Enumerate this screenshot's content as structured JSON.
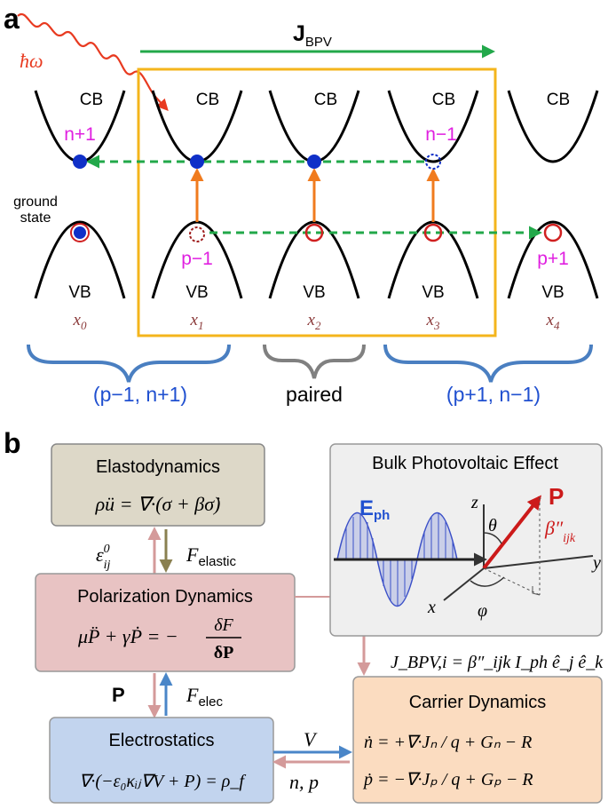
{
  "panel_a": {
    "label": "a",
    "current_label": "J",
    "current_sub": "BPV",
    "photon_label": "ħω",
    "ground_state_line1": "ground",
    "ground_state_line2": "state",
    "cb": "CB",
    "vb": "VB",
    "electron_labels": [
      "n+1",
      "n−1"
    ],
    "hole_labels": [
      "p−1",
      "p+1"
    ],
    "sites": [
      "x",
      "x",
      "x",
      "x",
      "x"
    ],
    "site_subs": [
      "0",
      "1",
      "2",
      "3",
      "4"
    ],
    "brace_left": "(p−1, n+1)",
    "brace_mid": "paired",
    "brace_right": "(p+1, n−1)"
  },
  "panel_b": {
    "label": "b",
    "elastodynamics": {
      "title": "Elastodynamics",
      "equation": "ρü = ∇·(σ + βσ̇)"
    },
    "polarization": {
      "title": "Polarization Dynamics",
      "lhs": "μP̈ + γṖ = −",
      "num": "δF",
      "den": "δP"
    },
    "electrostatics": {
      "title": "Electrostatics",
      "equation": "∇·(−ε₀κᵢⱼ∇V + P) = ρ_f"
    },
    "bpve": {
      "title": "Bulk Photovoltaic Effect",
      "field": "E",
      "field_sub": "ph",
      "polarization": "P",
      "beta": "β″",
      "beta_sub": "ijk",
      "axis_z": "z",
      "axis_y": "y",
      "axis_x": "x",
      "theta": "θ",
      "phi": "φ"
    },
    "carrier": {
      "title": "Carrier Dynamics",
      "eq1": "ṅ = +∇·Jₙ / q + Gₙ − R",
      "eq2": "ṗ = −∇·Jₚ / q + Gₚ − R"
    },
    "jbpv_formula": "J_BPV,i = β″_ijk I_ph ê_j ê_k",
    "arrow_labels": {
      "strain": "ε",
      "strain_sub": "ij",
      "strain_sup": "0",
      "f_elastic": "F",
      "f_elastic_sub": "elastic",
      "p": "P",
      "f_elec": "F",
      "f_elec_sub": "elec",
      "v": "V",
      "np": "n, p"
    }
  },
  "colors": {
    "green": "#22a84a",
    "orange": "#f07b1e",
    "gold": "#f4b51c",
    "blue_brace": "#4a7fc1",
    "gray_brace": "#808080",
    "magenta": "#e020e0",
    "site_red": "#8b3a3a",
    "box_elasto": "#ddd8c8",
    "box_polar": "#e8c3c3",
    "box_electro": "#c2d4ee",
    "box_bpve": "#efefef",
    "box_carrier": "#fbdcc0"
  }
}
